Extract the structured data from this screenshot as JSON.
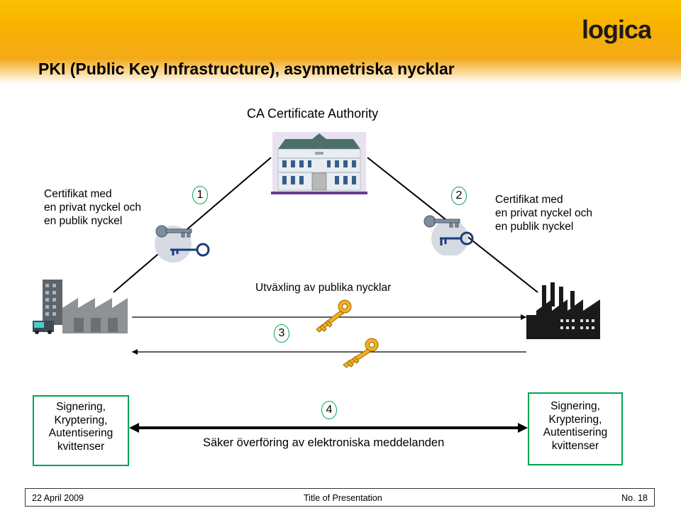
{
  "header": {
    "title": "PKI (Public Key Infrastructure), asymmetriska nycklar",
    "logo_text": "logica"
  },
  "diagram": {
    "ca_label": "CA Certificate Authority",
    "left_cert_lines": [
      "Certifikat med",
      "en privat nyckel och",
      "en publik nyckel"
    ],
    "right_cert_lines": [
      "Certifikat med",
      "en privat nyckel och",
      "en publik nyckel"
    ],
    "step1": "1",
    "step2": "2",
    "step3": "3",
    "step4": "4",
    "exchange_label": "Utväxling av publika nycklar",
    "secure_label": "Säker överföring av elektroniska meddelanden",
    "left_box_lines": [
      "Signering,",
      "Kryptering,",
      "Autentisering",
      "kvittenser"
    ],
    "right_box_lines": [
      "Signering,",
      "Kryptering,",
      "Autentisering",
      "kvittenser"
    ]
  },
  "footer": {
    "date": "22 April 2009",
    "presentation_title": "Title of Presentation",
    "page": "No. 18"
  },
  "colors": {
    "banner": "#f8b000",
    "green": "#00a550",
    "key_gold": "#e8a810"
  }
}
